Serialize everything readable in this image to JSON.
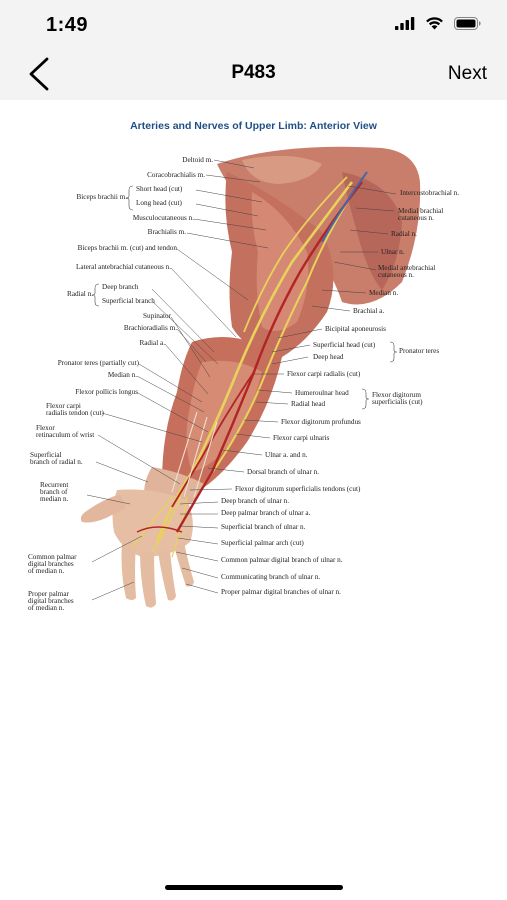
{
  "status_bar": {
    "time": "1:49",
    "icons": [
      "signal-icon",
      "wifi-icon",
      "battery-icon"
    ]
  },
  "nav": {
    "back_icon": "chevron-left-icon",
    "title": "P483",
    "next_label": "Next"
  },
  "plate": {
    "title": "Arteries and Nerves of Upper Limb: Anterior View",
    "labels_left": {
      "deltoid": "Deltoid m.",
      "coracobrachialis": "Coracobrachialis m.",
      "biceps": "Biceps brachii m.",
      "short_head": "Short head (cut)",
      "long_head": "Long head (cut)",
      "musculocutaneous": "Musculocutaneous n.",
      "brachialis": "Brachialis m.",
      "biceps_cut": "Biceps brachii m. (cut) and tendon",
      "lat_antebrachial": "Lateral antebrachial cutaneous n.",
      "radial_n": "Radial n.",
      "deep_branch": "Deep branch",
      "superficial_branch": "Superficial branch",
      "supinator": "Supinator",
      "brachioradialis": "Brachioradialis m.",
      "radial_a": "Radial a.",
      "pronator_teres_partial": "Pronator teres (partially cut)",
      "median_n": "Median n.",
      "fpl": "Flexor pollicis longus",
      "fcr_tendon_1": "Flexor carpi",
      "fcr_tendon_2": "radialis tendon (cut)",
      "retinaculum_1": "Flexor",
      "retinaculum_2": "retinaculum of wrist",
      "sup_radial_1": "Superficial",
      "sup_radial_2": "branch of radial n.",
      "recurrent_1": "Recurrent",
      "recurrent_2": "branch of",
      "recurrent_3": "median n.",
      "common_palmar_1": "Common palmar",
      "common_palmar_2": "digital branches",
      "common_palmar_3": "of median n.",
      "proper_palmar_1": "Proper palmar",
      "proper_palmar_2": "digital branches",
      "proper_palmar_3": "of median n."
    },
    "labels_right": {
      "intercostobrachial": "Intercostobrachial n.",
      "med_brachial_1": "Medial brachial",
      "med_brachial_2": "cutaneous n.",
      "radial_n": "Radial n.",
      "ulnar_n": "Ulnar n.",
      "med_antebrachial_1": "Medial antebrachial",
      "med_antebrachial_2": "cutaneous n.",
      "median_n": "Median n.",
      "brachial_a": "Brachial a.",
      "bicipital": "Bicipital aponeurosis",
      "sup_head": "Superficial head (cut)",
      "deep_head": "Deep head",
      "pronator_teres": "Pronator teres",
      "fcr": "Flexor carpi radialis (cut)",
      "humeroulnar": "Humeroulnar head",
      "radial_head": "Radial head",
      "fds_1": "Flexor digitorum",
      "fds_2": "superficialis (cut)",
      "fdp": "Flexor digitorum profundus",
      "fcu": "Flexor carpi ulnaris",
      "ulnar_a_n": "Ulnar a. and n.",
      "dorsal_ulnar": "Dorsal branch of ulnar n.",
      "fds_tendons": "Flexor digitorum superficialis tendons (cut)",
      "deep_ulnar_n": "Deep branch of ulnar n.",
      "deep_palmar_ulnar_a": "Deep palmar branch of ulnar a.",
      "sup_ulnar_n": "Superficial branch of ulnar n.",
      "sup_palmar_arch": "Superficial palmar arch (cut)",
      "common_palmar_ulnar": "Common palmar digital branch of ulnar n.",
      "communicating": "Communicating branch of ulnar n.",
      "proper_palmar_ulnar": "Proper palmar digital branches of ulnar n."
    }
  }
}
